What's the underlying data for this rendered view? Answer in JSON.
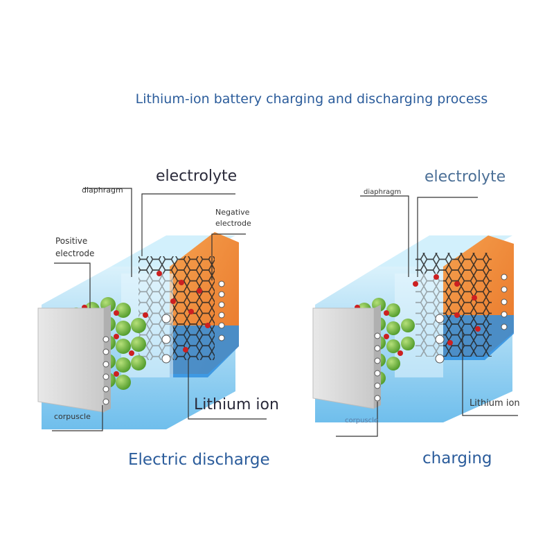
{
  "title": "Lithium-ion battery charging and discharging process",
  "left": {
    "electrolyte": "electrolyte",
    "diaphragm": "diaphragm",
    "negative_electrode_1": "Negative",
    "negative_electrode_2": "electrode",
    "positive_electrode_1": "Positive",
    "positive_electrode_2": "electrode",
    "lithium_ion": "Lithium ion",
    "corpuscle": "corpuscle",
    "caption": "Electric discharge"
  },
  "right": {
    "electrolyte": "electrolyte",
    "diaphragm": "diaphragm",
    "lithium_ion": "Lithium ion",
    "corpuscle": "corpuscle",
    "caption": "charging"
  },
  "colors": {
    "title": "#2b5c9b",
    "electrolyte_blue": "#bfe4f7",
    "negative_orange": "#f08a3a",
    "particle_green": "#7bc043",
    "lithium_red": "#cc2020",
    "frame_grey": "#d9d9d9"
  }
}
